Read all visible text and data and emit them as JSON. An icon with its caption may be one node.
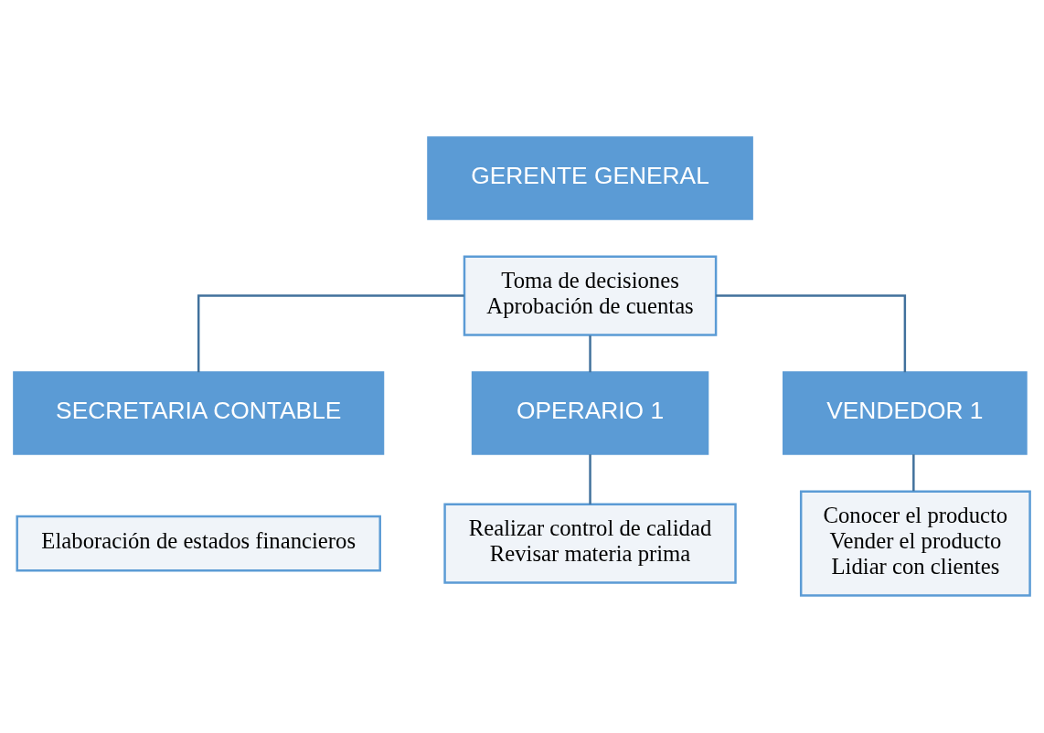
{
  "diagram": {
    "nodes": [
      {
        "text": [
          "GERENTE GENERAL"
        ]
      },
      {
        "text": [
          "Toma de decisiones",
          "Aprobación de cuentas"
        ]
      },
      {
        "text": [
          "SECRETARIA CONTABLE"
        ]
      },
      {
        "text": [
          "Elaboración de estados financieros"
        ]
      },
      {
        "text": [
          "OPERARIO 1"
        ]
      },
      {
        "text": [
          "Realizar control de calidad",
          "Revisar materia prima"
        ]
      },
      {
        "text": [
          "VENDEDOR 1"
        ]
      },
      {
        "text": [
          "Conocer el producto",
          "Vender el producto",
          "Lidiar con clientes"
        ]
      }
    ],
    "edges": [
      {
        "from": 1,
        "to": 2,
        "arrow": "none"
      },
      {
        "from": 1,
        "to": 4,
        "arrow": "none"
      },
      {
        "from": 1,
        "to": 6,
        "arrow": "none"
      },
      {
        "from": 4,
        "to": 5,
        "arrow": "none"
      },
      {
        "from": 6,
        "to": 7,
        "arrow": "none"
      }
    ]
  }
}
